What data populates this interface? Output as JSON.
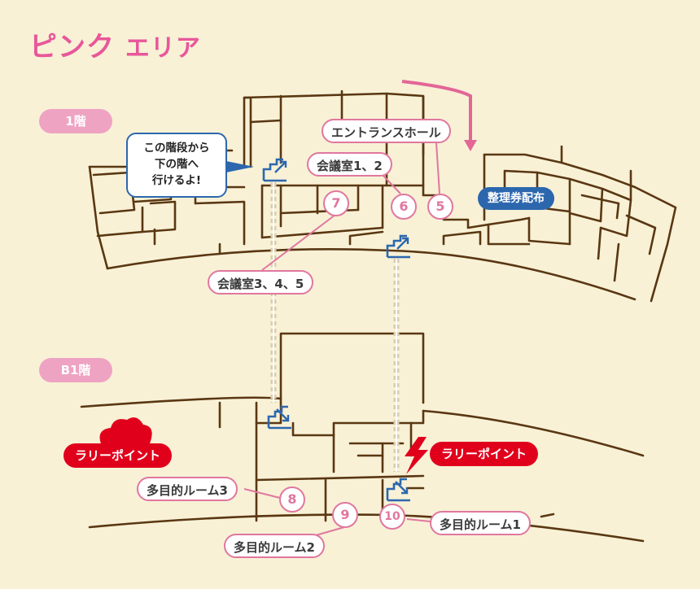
{
  "title": {
    "main": "ピンク",
    "sub": "エリア"
  },
  "floors": {
    "upper": "1階",
    "lower": "B1階"
  },
  "callout": {
    "line1": "この階段から",
    "line2": "下の階へ",
    "line3": "行けるよ!"
  },
  "labels": {
    "entrance_hall": "エントランスホール",
    "meeting_1_2": "会議室1、2",
    "meeting_3_4_5": "会議室3、4、5",
    "ticket": "整理券配布",
    "multi_1": "多目的ルーム1",
    "multi_2": "多目的ルーム2",
    "multi_3": "多目的ルーム3",
    "rally_left": "ラリーポイント",
    "rally_right": "ラリーポイント"
  },
  "markers": {
    "m5": "5",
    "m6": "6",
    "m7": "7",
    "m8": "8",
    "m9": "9",
    "m10": "10"
  },
  "icons": {
    "stairs": "stairs-icon",
    "cloud": "cloud-icon",
    "lightning": "lightning-icon",
    "arrow": "entrance-arrow-icon"
  },
  "colors": {
    "background": "#f8f1d6",
    "walls": "#5a3712",
    "pink": "#e0779f",
    "title_pink": "#e8579a",
    "blue": "#2c67ae",
    "red": "#e1001c"
  }
}
